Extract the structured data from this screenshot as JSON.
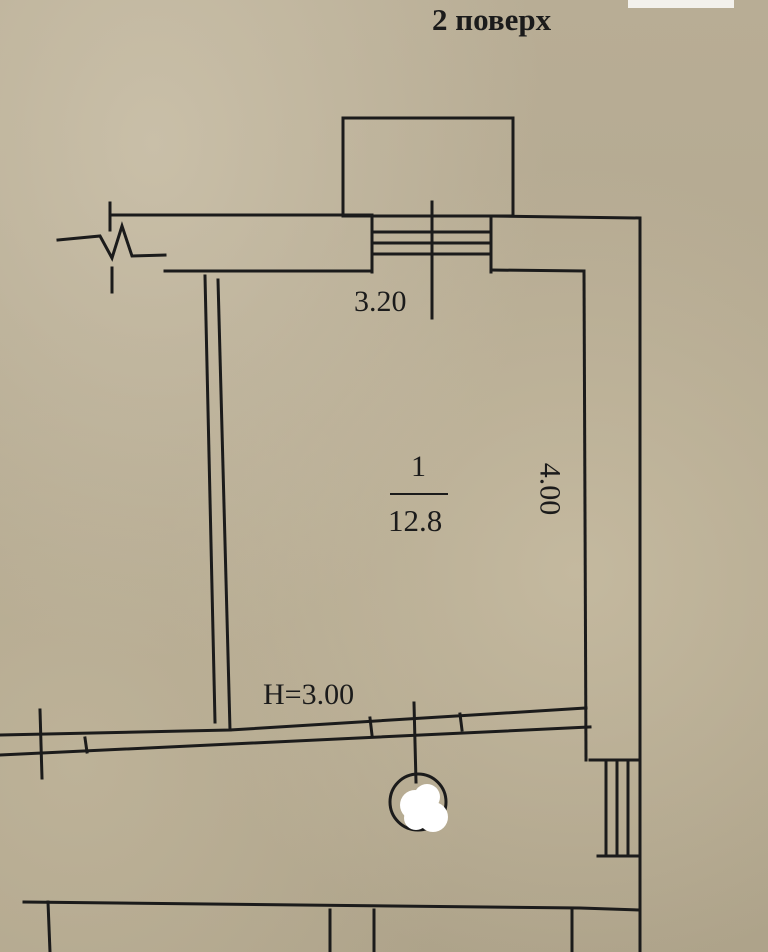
{
  "floor_label": "2 поверх",
  "room": {
    "number": "1",
    "area": "12.8",
    "width_dim": "3.20",
    "length_dim": "4.00",
    "ceiling_height": "H=3.00"
  },
  "colors": {
    "paper": "#b7ab92",
    "ink": "#1b1b1b",
    "redaction": "#ffffff"
  }
}
